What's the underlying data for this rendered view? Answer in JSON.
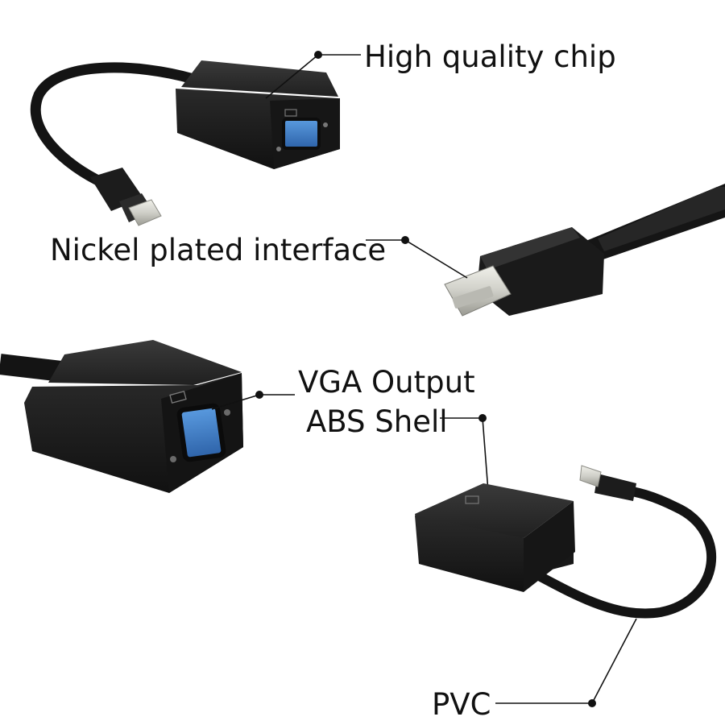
{
  "labels": {
    "chip": "High quality chip",
    "nickel": "Nickel plated interface",
    "vga": "VGA Output",
    "abs": "ABS Shell",
    "pvc": "PVC"
  },
  "colors": {
    "background": "#ffffff",
    "cable": "#141414",
    "housing": "#1e1e1e",
    "housing_face": "#2a2a2a",
    "vga_port": "#3a78c4",
    "metal_plug": "#d6d6d0",
    "leader_line": "#111111"
  }
}
